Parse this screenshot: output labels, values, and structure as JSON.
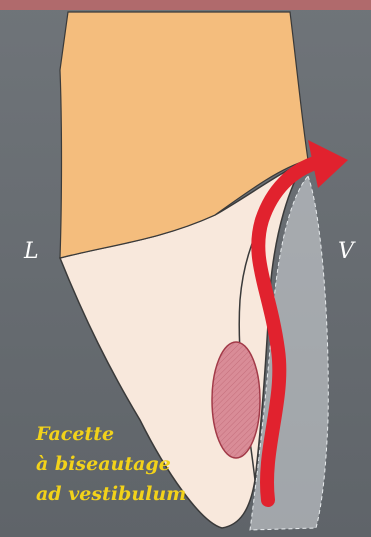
{
  "figure": {
    "labels": {
      "left": "L",
      "right": "V"
    },
    "caption": {
      "line1": "Facette",
      "line2": "à biseautage",
      "line3": "ad vestibulum"
    }
  },
  "colors": {
    "background": "#6a6f74",
    "top_border": "#b06a6c",
    "bone_fill": "#f4bd7d",
    "tooth_fill": "#f8e8dc",
    "facette_fill": "#d8dde0",
    "oval_fill": "#d9909a",
    "arrow": "#e1222e",
    "caption": "#f2d21a"
  }
}
